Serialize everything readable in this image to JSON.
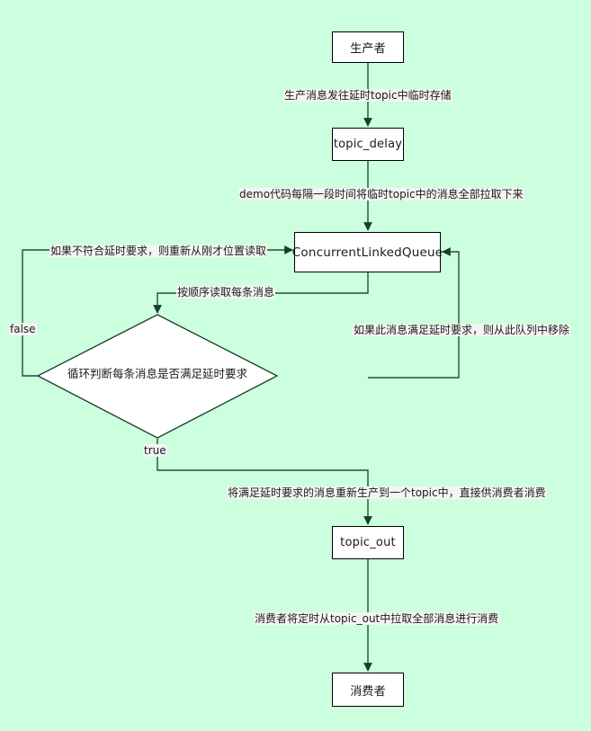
{
  "diagram": {
    "title": "delay-topic-message-flow",
    "background_color": "#ccffdd",
    "node_fill": "#ffffff",
    "line_color": "#2b4a3c",
    "nodes": {
      "producer": {
        "label": "生产者",
        "shape": "rect"
      },
      "topic_delay": {
        "label": "topic_delay",
        "shape": "rect"
      },
      "queue": {
        "label": "ConcurrentLinkedQueue",
        "shape": "rect"
      },
      "decision": {
        "label": "循环判断每条消息是否满足延时要求",
        "shape": "diamond"
      },
      "topic_out": {
        "label": "topic_out",
        "shape": "rect"
      },
      "consumer": {
        "label": "消费者",
        "shape": "rect"
      }
    },
    "edges": {
      "produce_to_delay": "生产消息发往延时topic中临时存储",
      "delay_to_queue": "demo代码每隔一段时间将临时topic中的消息全部拉取下来",
      "not_match_back": "如果不符合延时要求，则重新从刚才位置读取",
      "queue_to_decision": "按顺序读取每条消息",
      "match_remove": "如果此消息满足延时要求，则从此队列中移除",
      "false_branch": "false",
      "true_branch": "true",
      "decision_to_topicout": "将满足延时要求的消息重新生产到一个topic中，直接供消费者消费",
      "topicout_to_consumer": "消费者将定时从topic_out中拉取全部消息进行消费"
    }
  }
}
